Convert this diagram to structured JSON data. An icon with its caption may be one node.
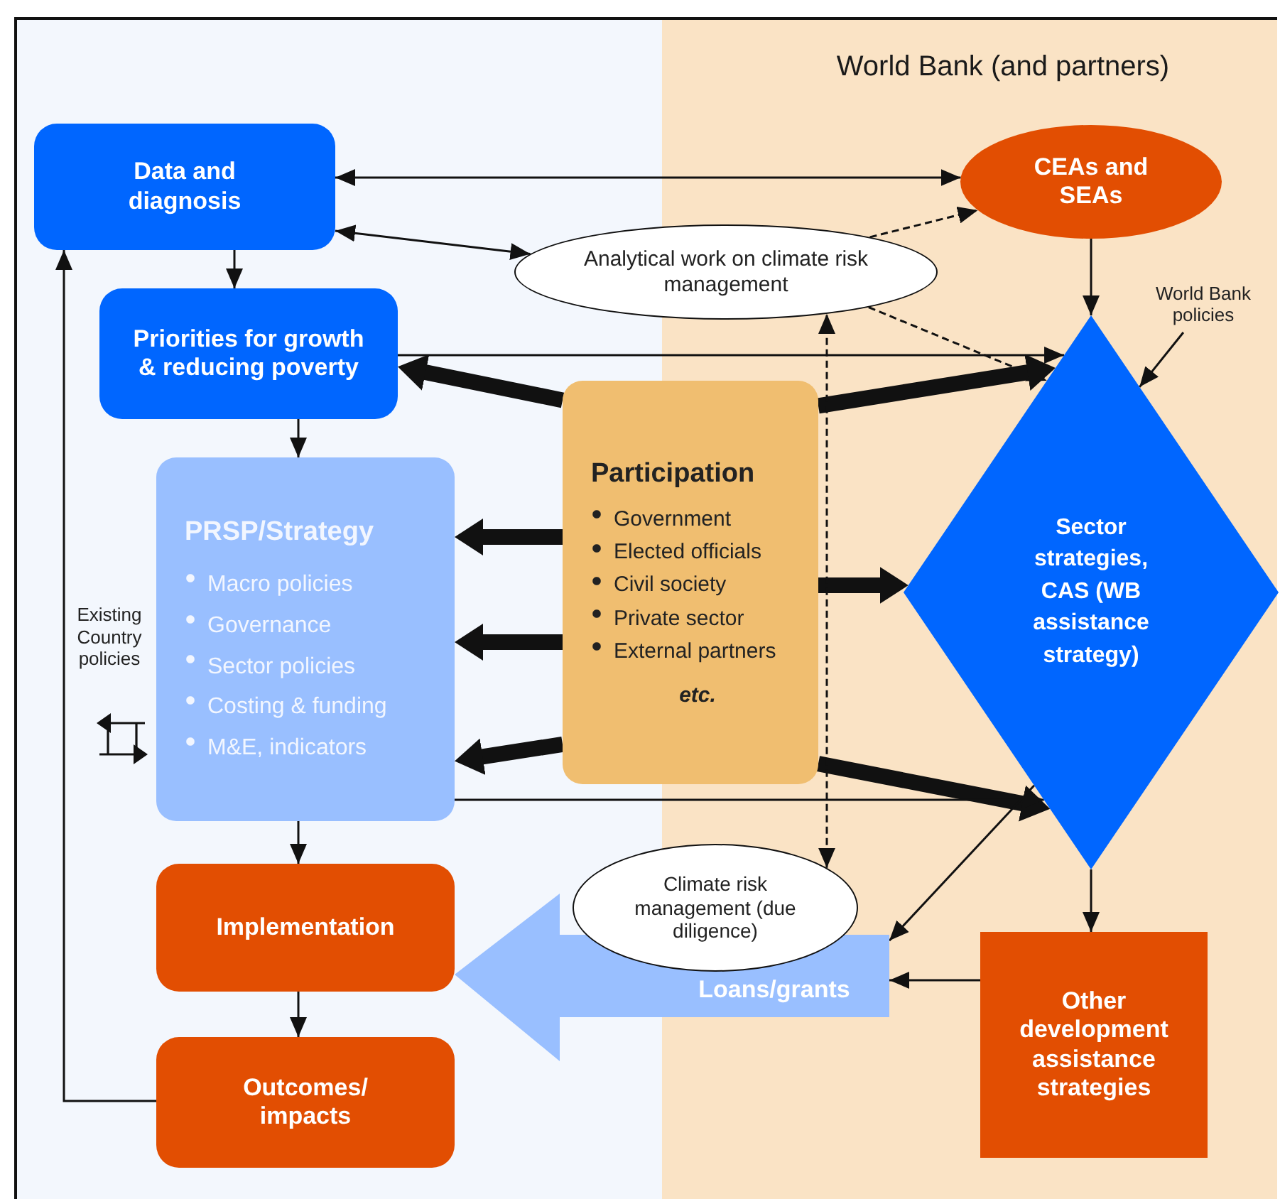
{
  "diagram": {
    "nodes": [
      {
        "text": [
          "World Bank (and partners)"
        ]
      },
      {
        "text": [
          "Data and diagnosis"
        ]
      },
      {
        "text": [
          "CEAs and SEAs"
        ],
        "in": 0
      },
      {
        "text": [
          "Analytical work on climate risk management"
        ]
      },
      {
        "text": [
          "Priorities for growth & reducing poverty"
        ]
      },
      {
        "text": [
          "World Bank policies"
        ],
        "in": 0
      },
      {
        "text": [
          "Sector strategies, CAS (WB assistance strategy)"
        ],
        "in": 0
      },
      {
        "text": [
          "Participation",
          "Government",
          "Elected officials",
          "Civil society",
          "Private sector",
          "External partners",
          "etc."
        ]
      },
      {
        "text": [
          "PRSP/Strategy",
          "Macro policies",
          "Governance",
          "Sector policies",
          "Costing & funding",
          "M&E, indicators"
        ]
      },
      {
        "text": [
          "Implementation"
        ]
      },
      {
        "text": [
          "Outcomes/ impacts"
        ]
      },
      {
        "text": [
          "Climate risk management (due diligence)"
        ]
      },
      {
        "text": [
          "Loans/grants"
        ]
      },
      {
        "text": [
          "Other development assistance strategies"
        ],
        "in": 0
      }
    ],
    "edges": [
      {
        "from": 1,
        "to": 2,
        "arrow": "both"
      },
      {
        "from": 1,
        "to": 3,
        "arrow": "both"
      },
      {
        "from": 3,
        "to": 2,
        "arrow": "to",
        "style": "dashed"
      },
      {
        "from": 3,
        "to": 6,
        "arrow": "to",
        "style": "dashed"
      },
      {
        "from": 1,
        "to": 4,
        "arrow": "to"
      },
      {
        "from": 4,
        "to": 6,
        "arrow": "to"
      },
      {
        "from": 2,
        "to": 6,
        "arrow": "to"
      },
      {
        "from": 5,
        "to": 6,
        "arrow": "to"
      },
      {
        "from": 4,
        "to": 8,
        "arrow": "to"
      },
      {
        "from": 7,
        "to": 4,
        "arrow": "to",
        "style": "thick"
      },
      {
        "from": 7,
        "to": 8,
        "arrow": "to",
        "style": "thick"
      },
      {
        "from": 7,
        "to": 8,
        "arrow": "to",
        "style": "thick"
      },
      {
        "from": 7,
        "to": 8,
        "arrow": "to",
        "style": "thick"
      },
      {
        "from": 7,
        "to": 6,
        "arrow": "to",
        "style": "thick"
      },
      {
        "from": 7,
        "to": 6,
        "arrow": "to",
        "style": "thick"
      },
      {
        "from": 7,
        "to": 6,
        "arrow": "to",
        "style": "thick"
      },
      {
        "from": 11,
        "to": 3,
        "arrow": "both",
        "style": "dashed"
      },
      {
        "from": 8,
        "to": 6,
        "arrow": "to"
      },
      {
        "from": 8,
        "to": 9,
        "arrow": "to"
      },
      {
        "from": 9,
        "to": 10,
        "arrow": "to"
      },
      {
        "from": 10,
        "to": 1,
        "arrow": "to"
      },
      {
        "from": 6,
        "to": 13,
        "arrow": "to"
      },
      {
        "from": 6,
        "to": 12,
        "arrow": "to"
      },
      {
        "from": 13,
        "to": 12,
        "arrow": "to"
      }
    ],
    "labels": [
      "Existing Country policies"
    ]
  }
}
